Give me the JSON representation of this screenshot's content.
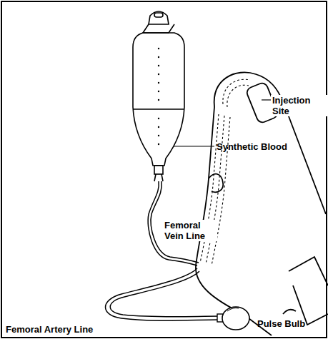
{
  "diagram": {
    "labels": [
      "Synthetic Blood",
      "Injection Site",
      "Femoral Vein Line",
      "Femoral Artery Line",
      "Pulse Bulb"
    ]
  }
}
